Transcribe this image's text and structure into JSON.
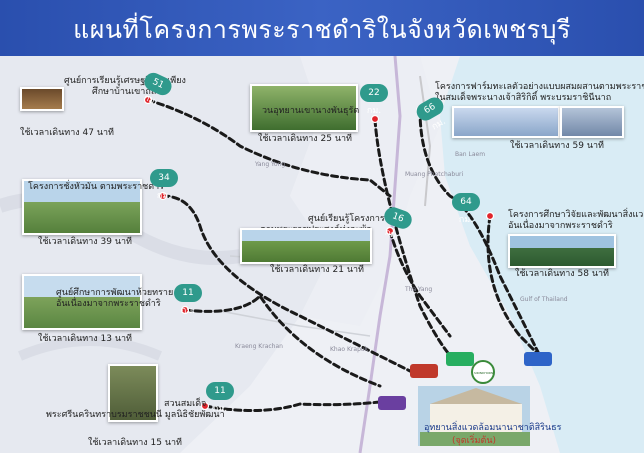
{
  "title": "แผนที่โครงการพระราชดำริในจังหวัดเพชรบุรี",
  "hub": {
    "label": "อุทยานสิ่งแวดล้อมนานาชาติสิรินธร",
    "sublabel": "(จุดเริ่มต้น)",
    "logo_text": "SIRINDHORN"
  },
  "sites": [
    {
      "id": "huai-sai",
      "label_lines": [
        "ศูนย์การเรียนรู้เศรษฐกิจพอเพียง",
        "ศึกษาบ้านเขาถลิ้ง"
      ],
      "distance": "51 กม.",
      "time": "ใช้เวลาเดินทาง 47 นาที"
    },
    {
      "id": "chang-phueak",
      "label_lines": [
        "วนอุทยานเขานางพันธุรัต"
      ],
      "distance": "22 กม.",
      "time": "ใช้เวลาเดินทาง 25 นาที"
    },
    {
      "id": "farm",
      "label_lines": [
        "โครงการฟาร์มทะเลตัวอย่างแบบผสมผสานตามพระราชดำริ",
        "ในสมเด็จพระนางเจ้าสิริกิติ์ พระบรมราชินีนาถ"
      ],
      "distance": "66 กม.",
      "time": "ใช้เวลาเดินทาง 59 นาที"
    },
    {
      "id": "chang-hua-man",
      "label_lines": [
        "โครงการชั่งหัวมัน ตามพระราชดำริ"
      ],
      "distance": "34 กม.",
      "time": "ใช้เวลาเดินทาง 39 นาที"
    },
    {
      "id": "learning-center",
      "label_lines": [
        "ศูนย์เรียนรู้โครงการ",
        "ตามพระราชประสงค์ทุ่งกะพ้อ"
      ],
      "distance": "16 กม.",
      "time": "ใช้เวลาเดินทาง 21 นาที"
    },
    {
      "id": "mangrove",
      "label_lines": [
        "โครงการศึกษาวิจัยและพัฒนาสิ่งแวดล้อมแหลมผักเบี้ย",
        "อันเนื่องมาจากพระราชดำริ"
      ],
      "distance": "64 กม.",
      "time": "ใช้เวลาเดินทาง 58 นาที"
    },
    {
      "id": "reservoir",
      "label_lines": [
        "ศูนย์ศึกษาการพัฒนาห้วยทราย",
        "อันเนื่องมาจากพระราชดำริ"
      ],
      "distance": "11 กม.",
      "time": "ใช้เวลาเดินทาง 13 นาที"
    },
    {
      "id": "park",
      "label_lines": [
        "สวนสมเด็จ",
        "พระศรีนครินทราบรมราชชนนี มูลนิธิชัยพัฒนา"
      ],
      "distance": "11 กม.",
      "time": "ใช้เวลาเดินทาง 15 นาที"
    }
  ],
  "map_labels": [
    "Yang Yong",
    "Ban Laem",
    "Muang Phetchaburi",
    "Tha Yang",
    "Khao Krapuk",
    "Kraeng Krachan",
    "Gulf of Thailand"
  ],
  "colors": {
    "header": "#2f56b8",
    "badge": "#2f9a8c",
    "route": "#1a1a1a",
    "pin": "#e0242b",
    "sea": "#d9ecf5",
    "land": "#e9ecf2"
  }
}
